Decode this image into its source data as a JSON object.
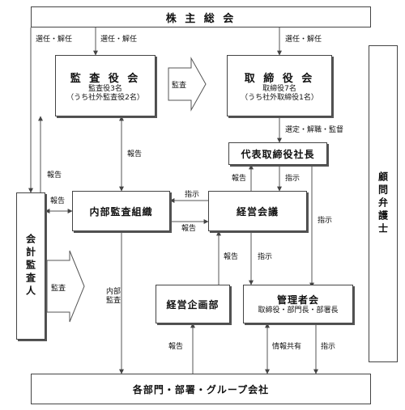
{
  "nodes": {
    "shareholders": "株 主 総 会",
    "auditors": {
      "title": "監 査 役 会",
      "line1": "監査役3名",
      "line2": "（うち社外監査役2名）"
    },
    "directors": {
      "title": "取 締 役 会",
      "line1": "取締役7名",
      "line2": "（うち社外取締役1名）"
    },
    "president": "代表取締役社長",
    "internal_audit": "内部監査組織",
    "management_meeting": "経営会議",
    "planning": "経営企画部",
    "managers_meeting": {
      "title": "管理者会",
      "sub": "取締役・部門長・部署長"
    },
    "departments": "各部門・部署・グループ会社",
    "accounting_auditor": "会計監査人",
    "lawyer": "顧問弁護士"
  },
  "labels": {
    "elect1": "選任・解任",
    "elect2": "選任・解任",
    "elect3": "選任・解任",
    "select": "選定・解職・監督",
    "audit_block1": "監査",
    "audit_block2": "監査",
    "report_auditors": "報告",
    "report_left": "報告",
    "report_ia_left": "報告",
    "report_mm_ia": "報告",
    "instruct_mm_ia": "指示",
    "report_pres": "報告",
    "instruct_pres": "指示",
    "instruct_pres_right": "指示",
    "report_plan": "報告",
    "instruct_mm_down": "指示",
    "internal_audit_v": "内部監査",
    "report_dept_plan": "報告",
    "info_share": "情報共有",
    "instruct_bottom": "指示"
  }
}
